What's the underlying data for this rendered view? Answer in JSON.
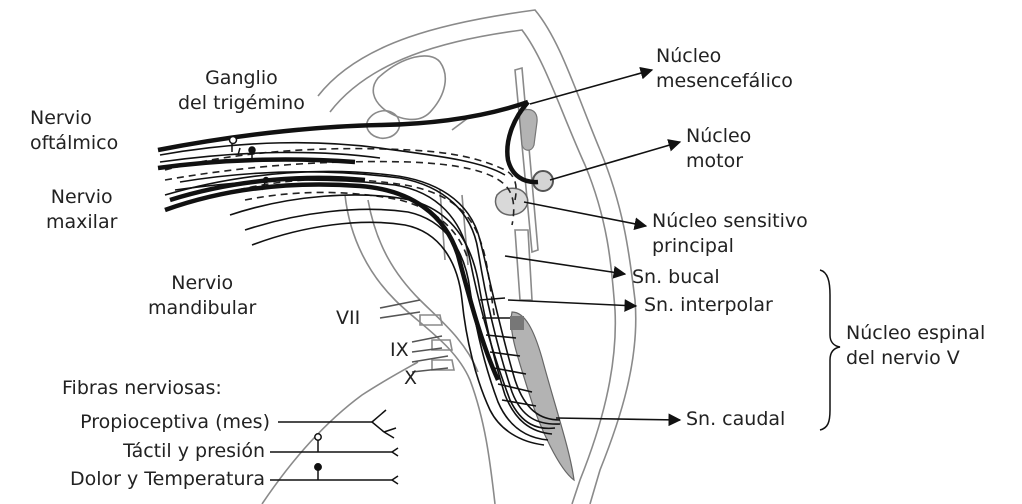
{
  "labels": {
    "ganglio": "Ganglio\ndel trigémino",
    "oftalmico": "Nervio\noftálmico",
    "maxilar": "Nervio\nmaxilar",
    "mandibular": "Nervio\nmandibular",
    "mesencefalico": "Núcleo\nmesencefálico",
    "motor": "Núcleo\nmotor",
    "sensitivo": "Núcleo sensitivo\nprincipal",
    "bucal": "Sn. bucal",
    "interpolar": "Sn. interpolar",
    "caudal": "Sn. caudal",
    "espinal": "Núcleo espinal\ndel nervio V",
    "vii": "VII",
    "ix": "IX",
    "x": "X"
  },
  "legend": {
    "title": "Fibras nerviosas:",
    "items": [
      {
        "label": "Propioceptiva (mes)",
        "fiber": "propioceptiva"
      },
      {
        "label": "Táctil y presión",
        "fiber": "tactil"
      },
      {
        "label": "Dolor y Temperatura",
        "fiber": "dolor"
      }
    ]
  },
  "colors": {
    "outline": "#8a8a8a",
    "nerve": "#111111",
    "nucleus_fill": "#b3b3b3",
    "text": "#222222"
  }
}
